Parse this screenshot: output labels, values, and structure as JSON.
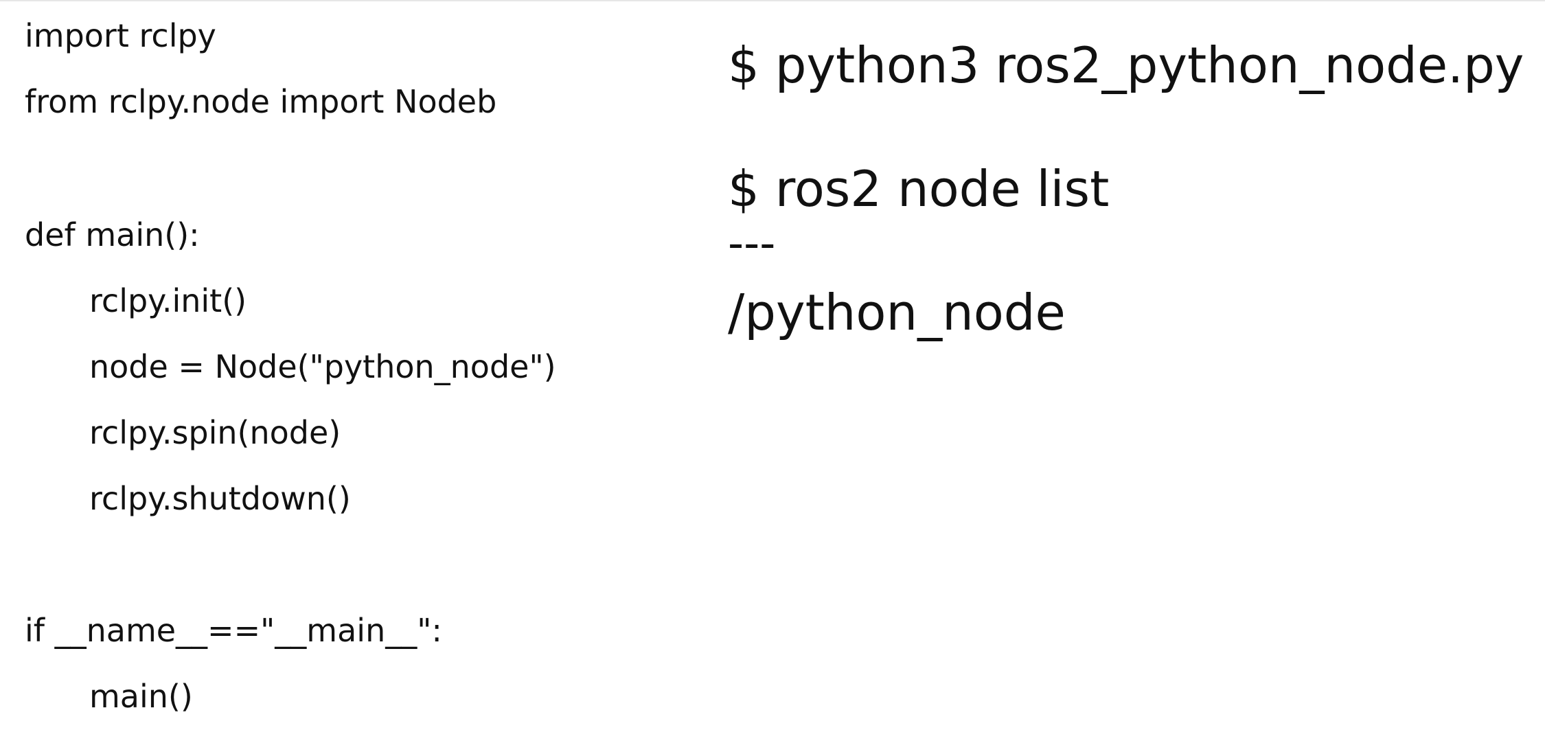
{
  "code": {
    "lines": [
      "import rclpy",
      "from rclpy.node import Nodeb",
      "",
      "def main():",
      "rclpy.init()",
      "node = Node(\"python_node\")",
      "rclpy.spin(node)",
      "rclpy.shutdown()",
      "",
      "if __name__==\"__main__\":",
      "main()"
    ]
  },
  "terminal": {
    "command_1": "$ python3 ros2_python_node.py",
    "command_2": "$ ros2 node list",
    "divider": "---",
    "output": "/python_node"
  }
}
